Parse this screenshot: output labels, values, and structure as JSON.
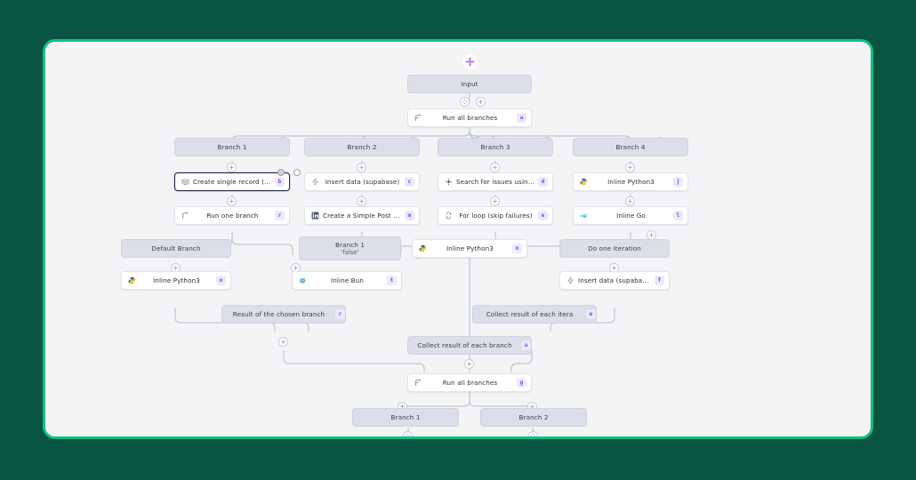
{
  "theme": {
    "page_background": "#0a5542",
    "frame_border": "#10c17e",
    "canvas_background": "#f4f4f6",
    "branch_node_fill": "#dcdfe9",
    "module_node_fill": "#ffffff",
    "selected_border": "#1d2745",
    "badge_text": "#6d4aec",
    "badge_fill": "#ece8fd",
    "edge_stroke": "#b9bcc6"
  },
  "flow": {
    "app_icon": "windmill-logo-icon",
    "nodes": {
      "input": {
        "label": "Input"
      },
      "run_all_branches_top": {
        "label": "Run all branches",
        "badge": "a",
        "icon": "branch-all-icon"
      },
      "branch_1_top": {
        "label": "Branch 1"
      },
      "branch_2_top": {
        "label": "Branch 2"
      },
      "branch_3_top": {
        "label": "Branch 3"
      },
      "branch_4_top": {
        "label": "Branch 4"
      },
      "airtable": {
        "label": "Create single record (airtable)",
        "badge": "b",
        "icon": "airtable-icon",
        "selected": true
      },
      "supabase_insert": {
        "label": "Insert data (supabase)",
        "badge": "c",
        "icon": "supabase-icon"
      },
      "jira_search": {
        "label": "Search for issues using JQL (...",
        "badge": "d",
        "icon": "jira-icon"
      },
      "inline_python_b4": {
        "label": "Inline Python3",
        "badge": "j",
        "icon": "python-icon"
      },
      "run_one_branch": {
        "label": "Run one branch",
        "badge": "r",
        "icon": "branch-one-icon"
      },
      "linkedin_post": {
        "label": "Create a Simple Post (User) (...",
        "badge": "m",
        "icon": "linkedin-icon"
      },
      "for_loop": {
        "label": "For loop (skip failures)",
        "badge": "e",
        "icon": "loop-icon"
      },
      "inline_go": {
        "label": "Inline Go",
        "badge": "l",
        "icon": "go-icon"
      },
      "default_branch": {
        "label": "Default Branch"
      },
      "branch_1_false": {
        "label": "Branch 1",
        "sub": "'false'"
      },
      "inline_python_loop": {
        "label": "Inline Python3",
        "badge": "n",
        "icon": "python-icon"
      },
      "do_one_iteration": {
        "label": "Do one iteration"
      },
      "inline_python_default": {
        "label": "Inline Python3",
        "badge": "o",
        "icon": "python-icon"
      },
      "inline_bun": {
        "label": "Inline Bun",
        "badge": "t",
        "icon": "bun-icon"
      },
      "supabase_insert_loop": {
        "label": "Insert data (supabase)",
        "badge": "f",
        "icon": "supabase-icon"
      },
      "result_chosen_branch": {
        "label": "Result of the chosen branch",
        "badge": "r"
      },
      "collect_each_iteration": {
        "label": "Collect result of each itera",
        "badge": "e"
      },
      "collect_each_branch": {
        "label": "Collect result of each branch",
        "badge": "a"
      },
      "run_all_branches_bottom": {
        "label": "Run all branches",
        "badge": "g",
        "icon": "branch-all-icon"
      },
      "branch_1_bottom": {
        "label": "Branch 1"
      },
      "branch_2_bottom": {
        "label": "Branch 2"
      }
    },
    "connectors": {
      "insert_label": "+",
      "move_label": "✥"
    }
  }
}
